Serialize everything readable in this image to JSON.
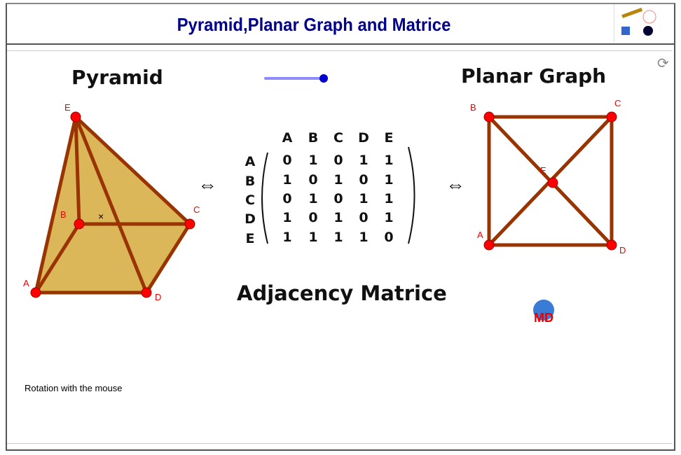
{
  "header": {
    "title": "Pyramid,Planar Graph and Matrice"
  },
  "labels": {
    "pyramid": "Pyramid",
    "planar": "Planar Graph",
    "matrix": "Adjacency Matrice",
    "rotation": "Rotation with the mouse",
    "equiv": "⇔"
  },
  "slider": {
    "value": 1.0
  },
  "vertices": [
    "A",
    "B",
    "C",
    "D",
    "E"
  ],
  "matrix": {
    "cols": [
      "A",
      "B",
      "C",
      "D",
      "E"
    ],
    "rows": [
      {
        "label": "A",
        "values": [
          "0",
          "1",
          "0",
          "1",
          "1"
        ]
      },
      {
        "label": "B",
        "values": [
          "1",
          "0",
          "1",
          "0",
          "1"
        ]
      },
      {
        "label": "C",
        "values": [
          "0",
          "1",
          "0",
          "1",
          "1"
        ]
      },
      {
        "label": "D",
        "values": [
          "1",
          "0",
          "1",
          "0",
          "1"
        ]
      },
      {
        "label": "E",
        "values": [
          "1",
          "1",
          "1",
          "1",
          "0"
        ]
      }
    ]
  },
  "colors": {
    "title": "#00008b",
    "edge": "#993300",
    "fill": "#dcb75a",
    "point": "#ff0000",
    "slider": "#0000cc"
  }
}
